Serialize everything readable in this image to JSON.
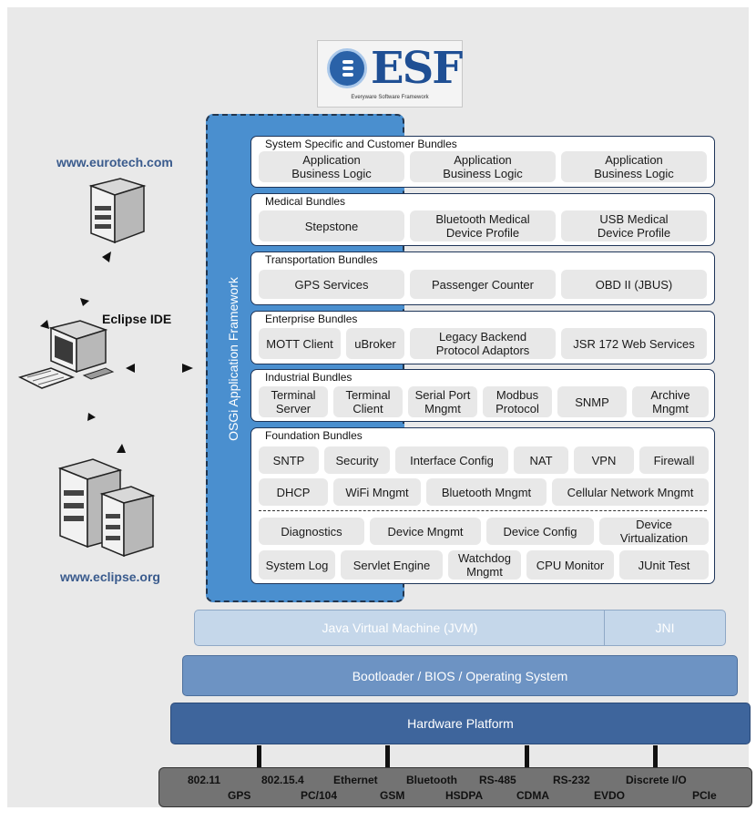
{
  "logo": {
    "text": "ESF",
    "tagline": "Everyware Software Framework"
  },
  "left": {
    "eurotech_url": "www.eurotech.com",
    "eclipse_ide": "Eclipse IDE",
    "eclipse_url": "www.eclipse.org"
  },
  "osgi_label": "OSGi Application Framework",
  "groups": {
    "system": {
      "title": "System Specific and Customer Bundles",
      "cells": [
        "Application\nBusiness Logic",
        "Application\nBusiness Logic",
        "Application\nBusiness Logic"
      ]
    },
    "medical": {
      "title": "Medical Bundles",
      "cells": [
        "Stepstone",
        "Bluetooth Medical\nDevice Profile",
        "USB Medical\nDevice Profile"
      ]
    },
    "transport": {
      "title": "Transportation Bundles",
      "cells": [
        "GPS Services",
        "Passenger Counter",
        "OBD II (JBUS)"
      ]
    },
    "enterprise": {
      "title": "Enterprise Bundles",
      "cells": [
        "MOTT Client",
        "uBroker",
        "Legacy Backend\nProtocol Adaptors",
        "JSR 172 Web Services"
      ]
    },
    "industrial": {
      "title": "Industrial Bundles",
      "cells": [
        "Terminal\nServer",
        "Terminal\nClient",
        "Serial Port\nMngmt",
        "Modbus\nProtocol",
        "SNMP",
        "Archive\nMngmt"
      ]
    },
    "foundation": {
      "title": "Foundation Bundles",
      "row1": [
        "SNTP",
        "Security",
        "Interface Config",
        "NAT",
        "VPN",
        "Firewall"
      ],
      "row2": [
        "DHCP",
        "WiFi Mngmt",
        "Bluetooth Mngmt",
        "Cellular Network Mngmt"
      ],
      "row3": [
        "Diagnostics",
        "Device Mngmt",
        "Device Config",
        "Device\nVirtualization"
      ],
      "row4": [
        "System Log",
        "Servlet Engine",
        "Watchdog\nMngmt",
        "CPU Monitor",
        "JUnit Test"
      ]
    }
  },
  "layers": {
    "jvm": "Java Virtual Machine (JVM)",
    "jni": "JNI",
    "boot": "Bootloader / BIOS / Operating System",
    "hardware": "Hardware Platform"
  },
  "bus": {
    "top": [
      "802.11",
      "802.15.4",
      "Ethernet",
      "Bluetooth",
      "RS-485",
      "RS-232",
      "Discrete I/O"
    ],
    "bottom": [
      "GPS",
      "PC/104",
      "GSM",
      "HSDPA",
      "CDMA",
      "EVDO",
      "PCIe"
    ]
  },
  "colors": {
    "osgi_blue": "#4a8fcf",
    "jvm": "#c5d7ea",
    "boot": "#6d93c3",
    "hardware": "#3e659c",
    "bus": "#737373"
  }
}
